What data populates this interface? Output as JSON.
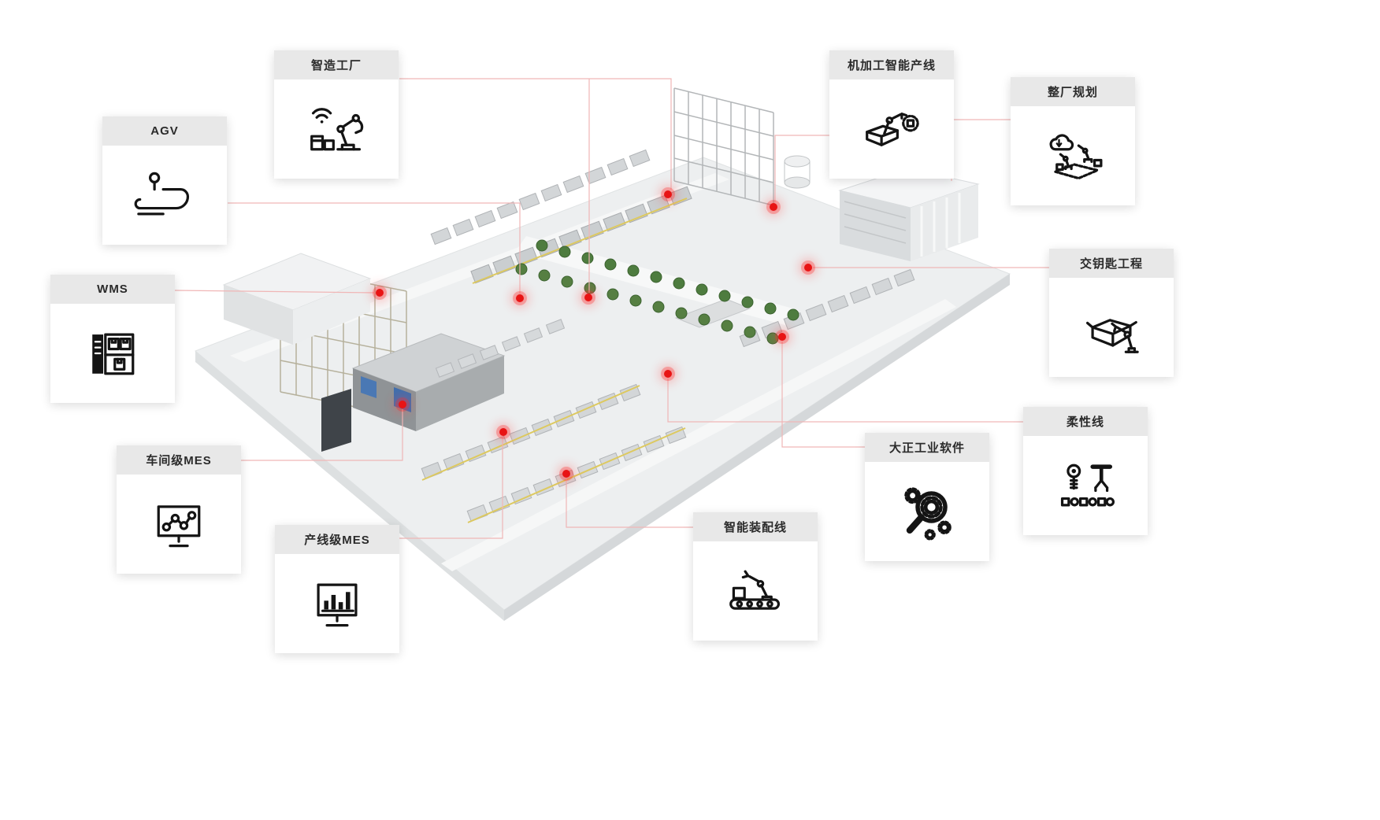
{
  "colors": {
    "card_header_bg": "#e8e8e8",
    "card_text": "#2b2b2b",
    "hotspot_red": "#e81414",
    "connector_pink": "#f0b6b6"
  },
  "cards": [
    {
      "id": "smart-factory",
      "label": "智造工厂",
      "icon": "robot-arm-wifi-icon"
    },
    {
      "id": "agv",
      "label": "AGV",
      "icon": "agv-vehicle-icon"
    },
    {
      "id": "wms",
      "label": "WMS",
      "icon": "warehouse-cabinet-icon"
    },
    {
      "id": "workshop-mes",
      "label": "车间级MES",
      "icon": "monitor-node-graph-icon"
    },
    {
      "id": "line-mes",
      "label": "产线级MES",
      "icon": "monitor-bar-chart-icon"
    },
    {
      "id": "smart-assembly-line",
      "label": "智能装配线",
      "icon": "robot-conveyor-icon"
    },
    {
      "id": "dazheng-software",
      "label": "大正工业软件",
      "icon": "gears-magnifier-icon"
    },
    {
      "id": "flexible-line",
      "label": "柔性线",
      "icon": "flexible-tools-icon"
    },
    {
      "id": "turnkey-project",
      "label": "交钥匙工程",
      "icon": "robot-open-box-icon"
    },
    {
      "id": "machining-line",
      "label": "机加工智能产线",
      "icon": "robot-gear-chip-icon"
    },
    {
      "id": "plant-planning",
      "label": "整厂规划",
      "icon": "cloud-robots-layout-icon"
    }
  ]
}
